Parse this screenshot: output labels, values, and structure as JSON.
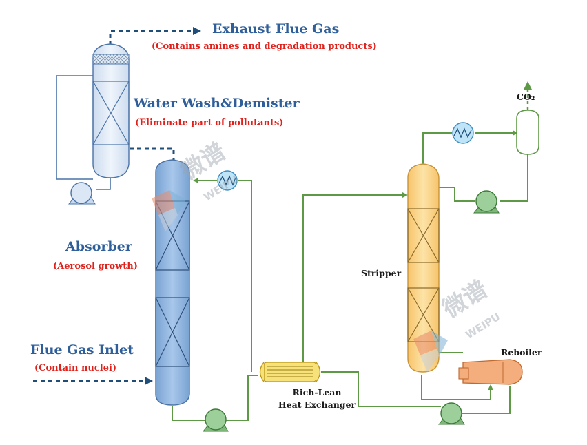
{
  "labels": {
    "exhaust_title": "Exhaust Flue Gas",
    "exhaust_note": "(Contains amines and degradation products)",
    "wash_title": "Water Wash&Demister",
    "wash_note": "(Eliminate part of pollutants)",
    "absorber_title": "Absorber",
    "absorber_note": "(Aerosol growth)",
    "inlet_title": "Flue Gas Inlet",
    "inlet_note": "(Contain nuclei)",
    "stripper": "Stripper",
    "reboiler": "Reboiler",
    "hx_line1": "Rich-Lean",
    "hx_line2": "Heat Exchanger",
    "co2": "CO₂"
  },
  "watermarks": [
    "微谱",
    "WEIPU",
    "微谱",
    "WEIPU"
  ],
  "colors": {
    "pipe": "#5e9a45",
    "gas_dash": "#1f4e79",
    "wash_tower": "#dbe7f5",
    "absorber": "#8fb4de",
    "stripper": "#fbd58a",
    "pump": "#9ccf9a",
    "cooler": "#bfe4f7",
    "reboiler": "#f4ad7c",
    "heat_exchanger": "#f7e27a"
  }
}
